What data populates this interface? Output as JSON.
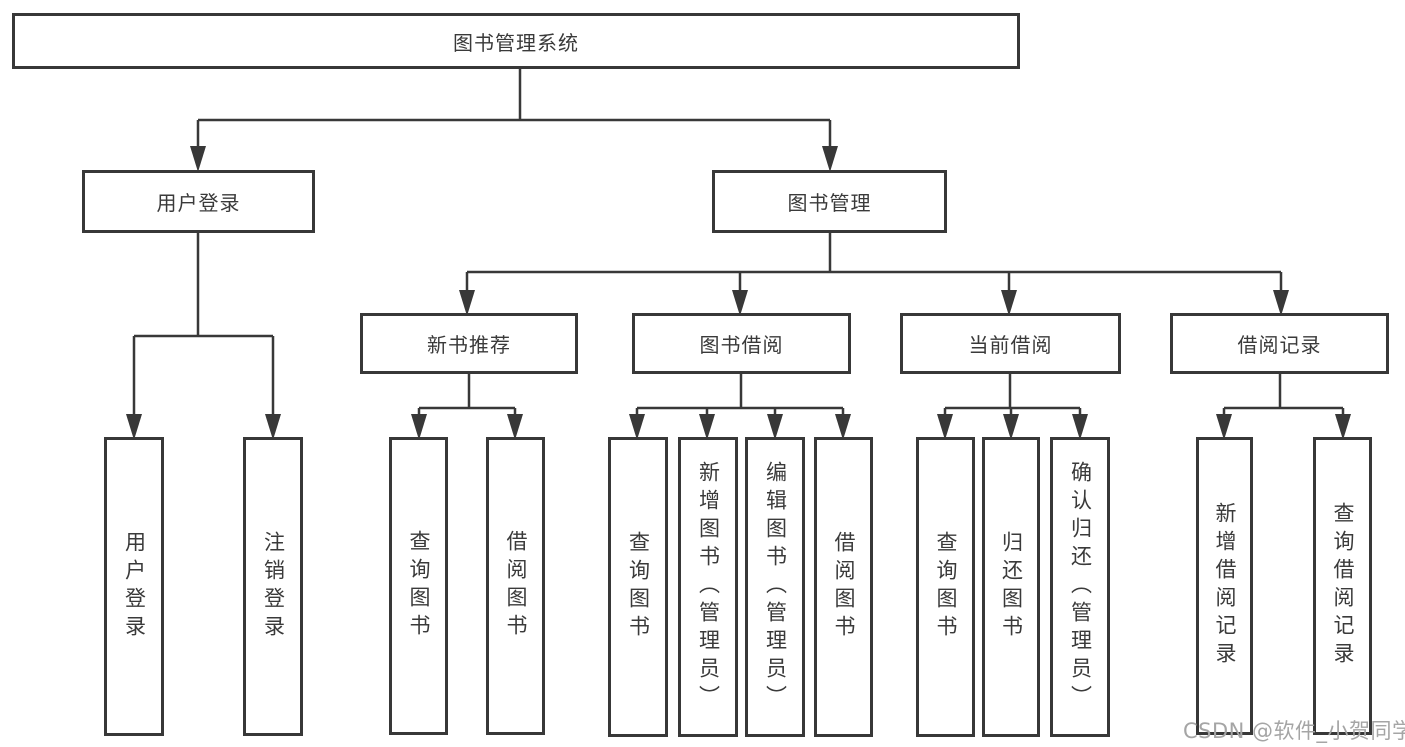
{
  "diagram": {
    "root": {
      "label": "图书管理系统"
    },
    "branches": [
      {
        "label": "用户登录",
        "children": [
          {
            "label": "用户登录"
          },
          {
            "label": "注销登录"
          }
        ]
      },
      {
        "label": "图书管理",
        "children": [
          {
            "label": "新书推荐",
            "children": [
              {
                "label": "查询图书"
              },
              {
                "label": "借阅图书"
              }
            ]
          },
          {
            "label": "图书借阅",
            "children": [
              {
                "label": "查询图书"
              },
              {
                "label": "新增图书（管理员）"
              },
              {
                "label": "编辑图书（管理员）"
              },
              {
                "label": "借阅图书"
              }
            ]
          },
          {
            "label": "当前借阅",
            "children": [
              {
                "label": "查询图书"
              },
              {
                "label": "归还图书"
              },
              {
                "label": "确认归还（管理员）"
              }
            ]
          },
          {
            "label": "借阅记录",
            "children": [
              {
                "label": "新增借阅记录"
              },
              {
                "label": "查询借阅记录"
              }
            ]
          }
        ]
      }
    ]
  },
  "colors": {
    "line": "#383838",
    "text": "#3a3a3a",
    "watermark": "#a5a5a5"
  },
  "watermark": {
    "text": "CSDN @软件_小贺同学"
  }
}
